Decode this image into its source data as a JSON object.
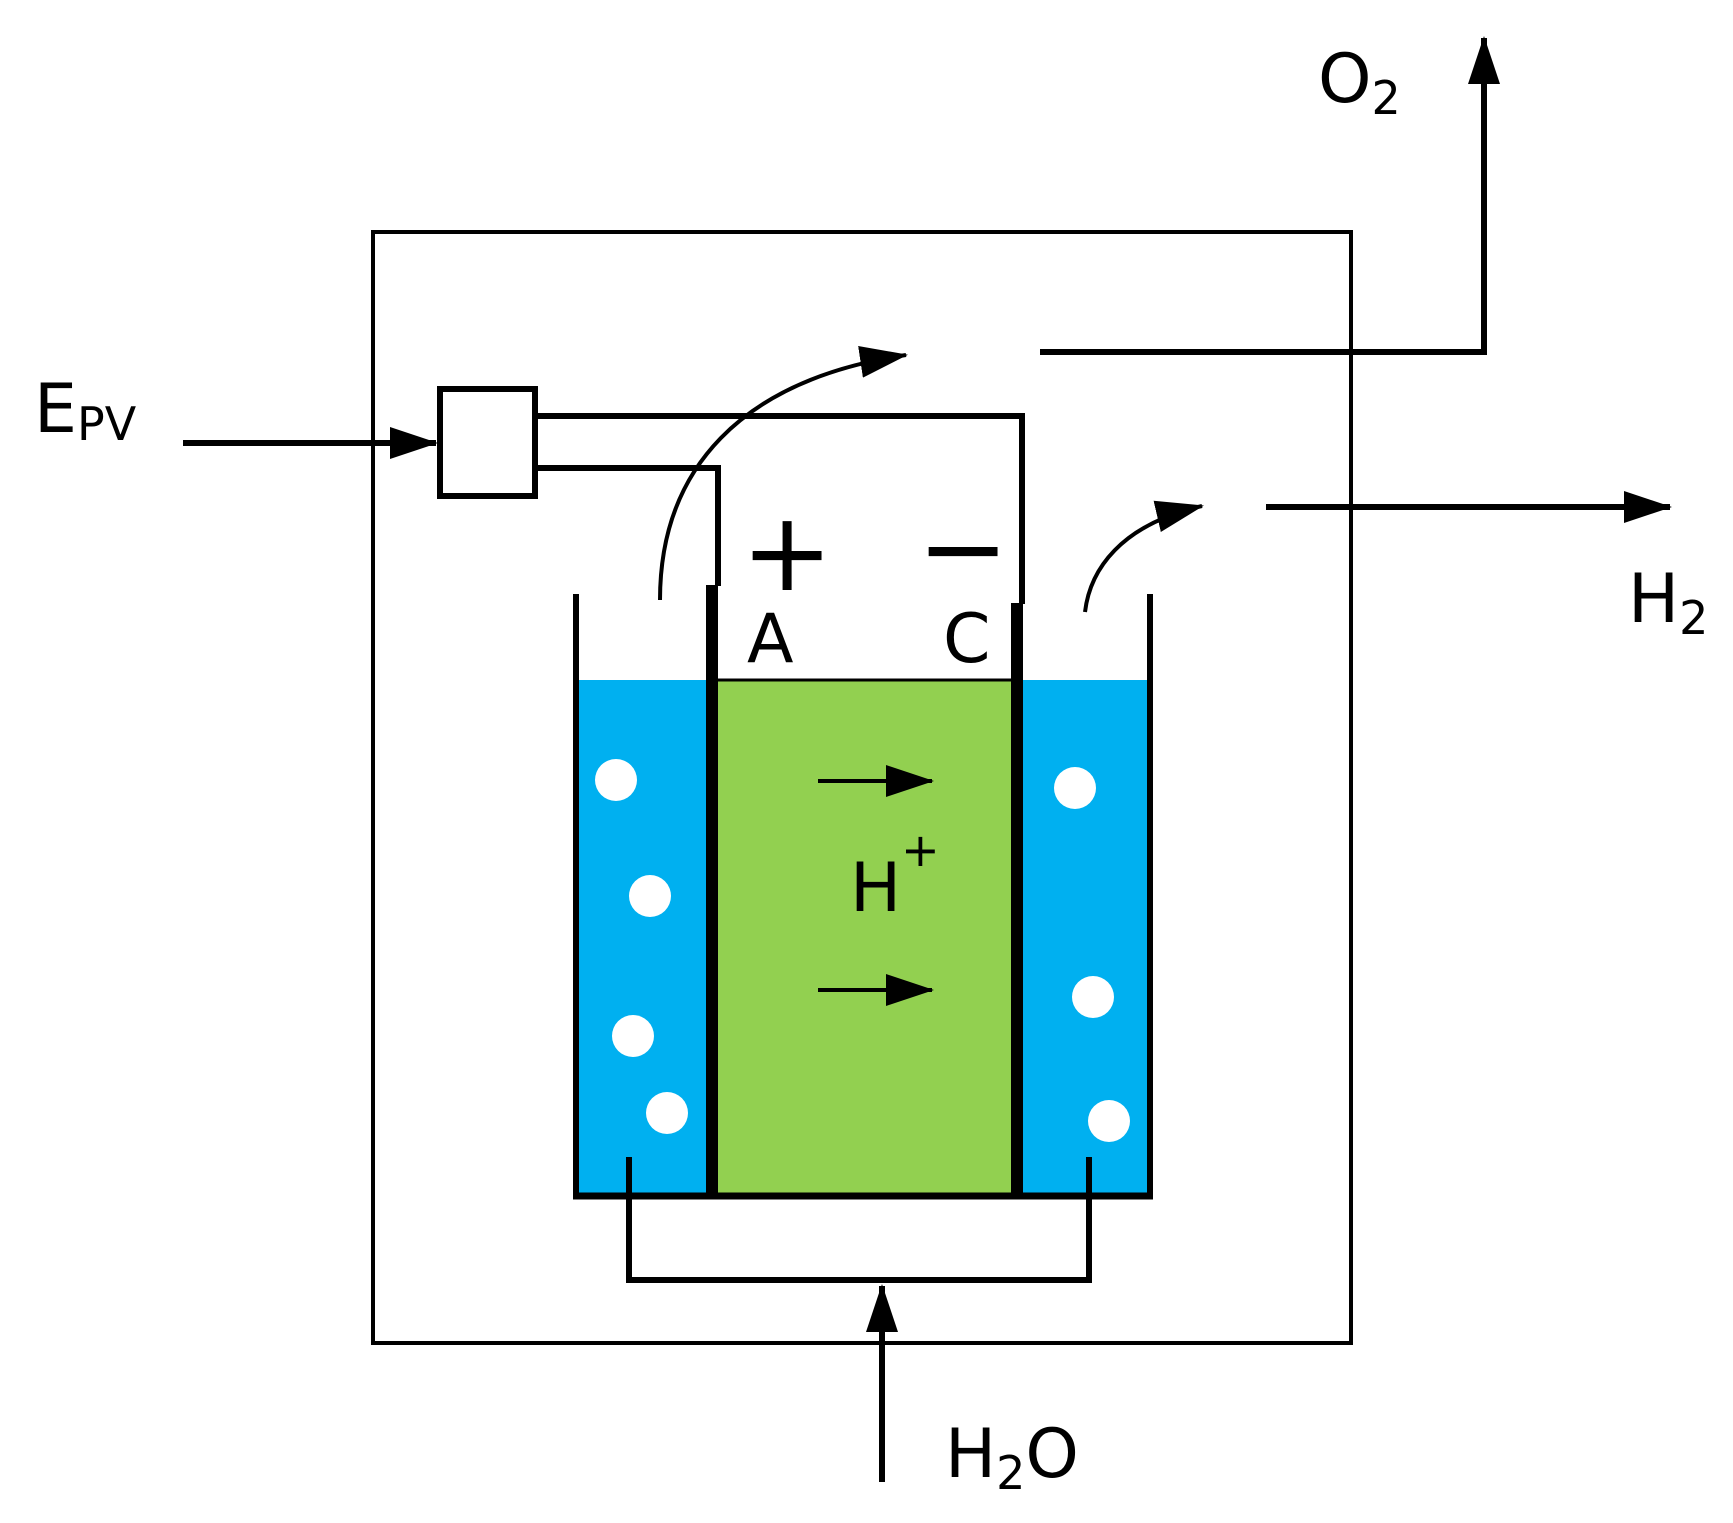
{
  "labels": {
    "input_energy": {
      "main": "E",
      "sub": "PV"
    },
    "oxygen": {
      "main": "O",
      "sub": "2"
    },
    "hydrogen": {
      "main": "H",
      "sub": "2"
    },
    "water": {
      "main": "H",
      "sub": "2",
      "tail": "O"
    },
    "proton": {
      "main": "H",
      "sup": "+"
    },
    "anode": "A",
    "cathode": "C",
    "anode_sign": "+",
    "cathode_sign": "−"
  },
  "colors": {
    "electrolyte_chamber": "#00B0F0",
    "membrane": "#92D050",
    "bubble": "#FFFFFF",
    "line": "#000000"
  }
}
